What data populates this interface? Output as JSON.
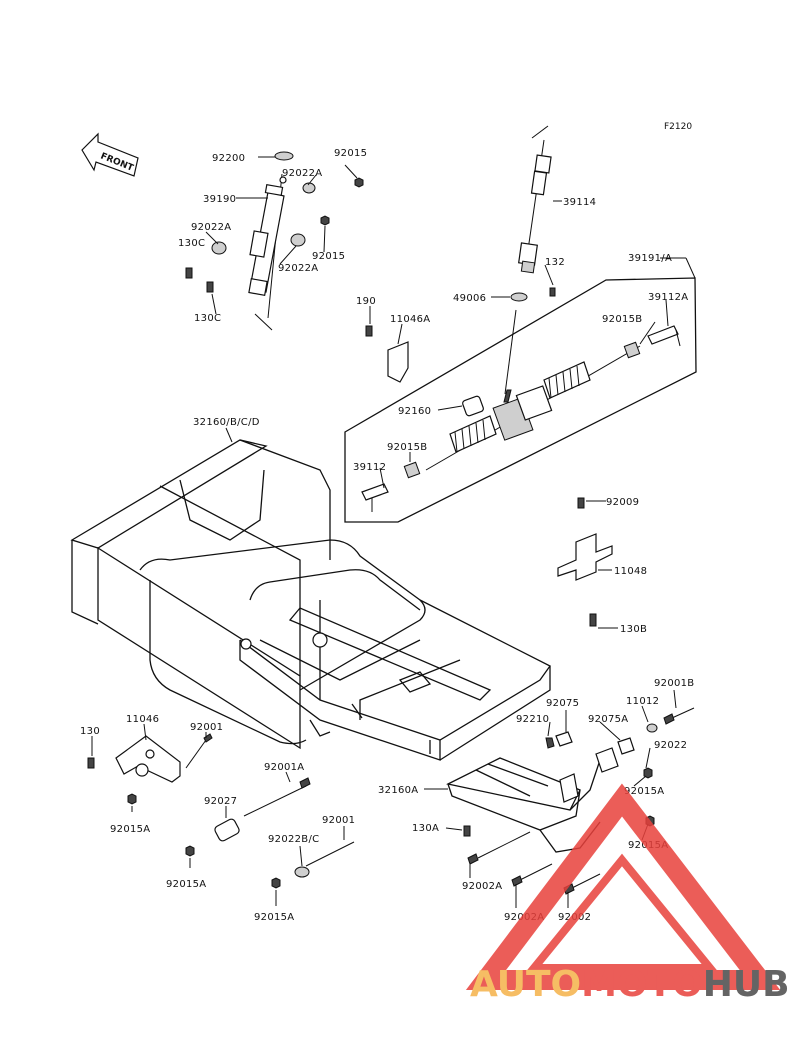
{
  "diagram_code": "F2120",
  "front_label": "FRONT",
  "labels": {
    "p92200": "92200",
    "p92015_top": "92015",
    "p92022A_top": "92022A",
    "p39190": "39190",
    "p92022A_left": "92022A",
    "p130C_a": "130C",
    "p92015_mid": "92015",
    "p92022A_mid": "92022A",
    "p130C_b": "130C",
    "p39114": "39114",
    "p132": "132",
    "p39191A": "39191/A",
    "p190": "190",
    "p11046A": "11046A",
    "p49006": "49006",
    "p39112A": "39112A",
    "p92015B_r": "92015B",
    "p92160": "92160",
    "p92015B_l": "92015B",
    "p39112": "39112",
    "p32160BCD": "32160/B/C/D",
    "p92009": "92009",
    "p11048": "11048",
    "p130B": "130B",
    "p92001B": "92001B",
    "p92075": "92075",
    "p11012": "11012",
    "p92210": "92210",
    "p92075A": "92075A",
    "p92022": "92022",
    "p130": "130",
    "p11046": "11046",
    "p92001": "92001",
    "p92001A": "92001A",
    "p32160A": "32160A",
    "p92015A_r1": "92015A",
    "p92027": "92027",
    "p92001_b": "92001",
    "p130A": "130A",
    "p92015A_r2": "92015A",
    "p92022BC": "92022B/C",
    "p92015A_l": "92015A",
    "p92015A_m": "92015A",
    "p92002A_a": "92002A",
    "p92015A_b": "92015A",
    "p92002A_b": "92002A",
    "p92002": "92002"
  },
  "watermark": {
    "part1": "AUTO",
    "part2": "MOTO",
    "part3": "HUB",
    "color1": "#f5b24a",
    "color2": "#e8413c",
    "color3": "#4a4a4a"
  }
}
